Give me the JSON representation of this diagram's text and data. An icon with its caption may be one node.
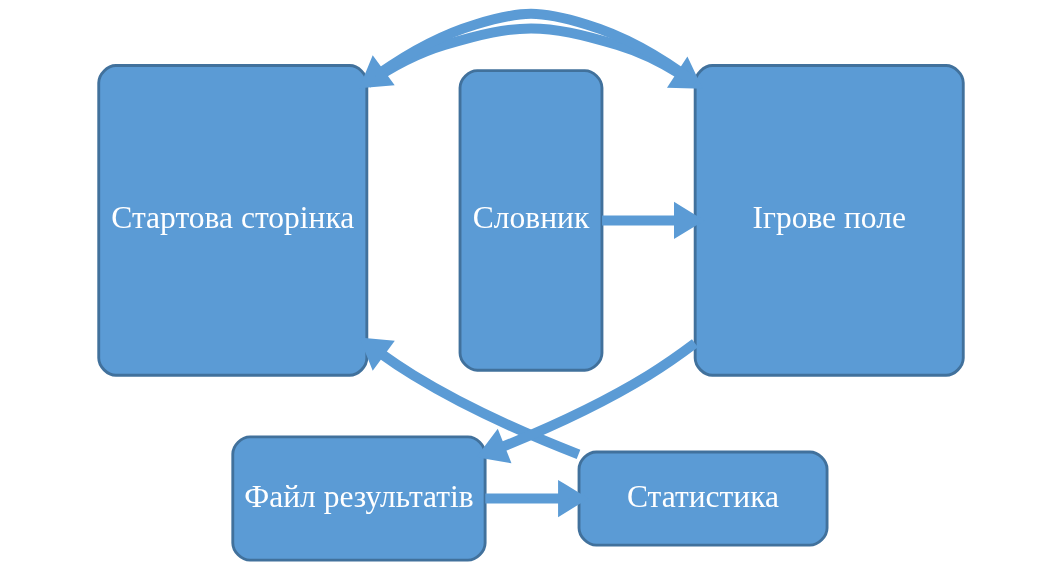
{
  "diagram": {
    "nodes": [
      {
        "text": [
          "Стартова сторінка"
        ]
      },
      {
        "text": [
          "Ігрове поле"
        ]
      },
      {
        "text": [
          "Словник"
        ]
      },
      {
        "text": [
          "Статистика"
        ]
      },
      {
        "text": [
          "Файл результатів"
        ]
      }
    ],
    "edges": [
      {
        "from": 0,
        "to": 1,
        "arrow": "to"
      },
      {
        "from": 1,
        "to": 0,
        "arrow": "to"
      },
      {
        "from": 2,
        "to": 1,
        "arrow": "to"
      },
      {
        "from": 1,
        "to": 4,
        "arrow": "to"
      },
      {
        "from": 4,
        "to": 3,
        "arrow": "to"
      },
      {
        "from": 3,
        "to": 0,
        "arrow": "to"
      }
    ]
  }
}
